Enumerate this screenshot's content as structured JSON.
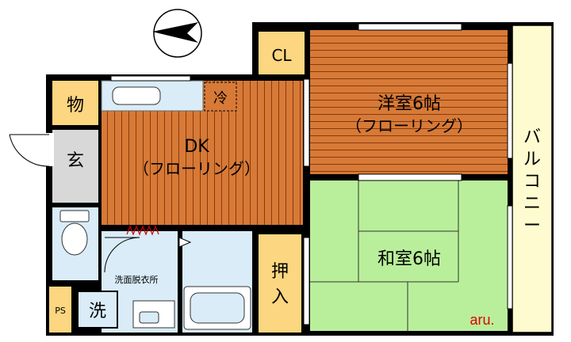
{
  "rooms": {
    "western": {
      "name": "洋室6帖",
      "floor": "（フローリング）"
    },
    "dk": {
      "name": "DK",
      "floor": "（フローリング）"
    },
    "japanese": {
      "name": "和室6帖"
    },
    "closet": "CL",
    "storage": "物",
    "entrance": "玄",
    "oshiire": [
      "押",
      "入"
    ],
    "dressing": "洗面脱衣所",
    "ps": "PS",
    "washer": "洗",
    "fridge": "冷",
    "balcony": [
      "バ",
      "ル",
      "コ",
      "ニ",
      "ー"
    ]
  },
  "credit": "aru.",
  "colors": {
    "wood": "#d77a37",
    "wood_line": "#8a3a0e",
    "tatami": "#b9ef9a",
    "wall": "#000000",
    "tile": "#d9ecf8",
    "balcony": "#fdfbcf",
    "closet": "#fcd680",
    "credit": "#e00000"
  },
  "icons": [
    "compass-icon",
    "toilet-icon",
    "bathtub-icon",
    "sink-icon",
    "kitchen-sink-icon"
  ]
}
